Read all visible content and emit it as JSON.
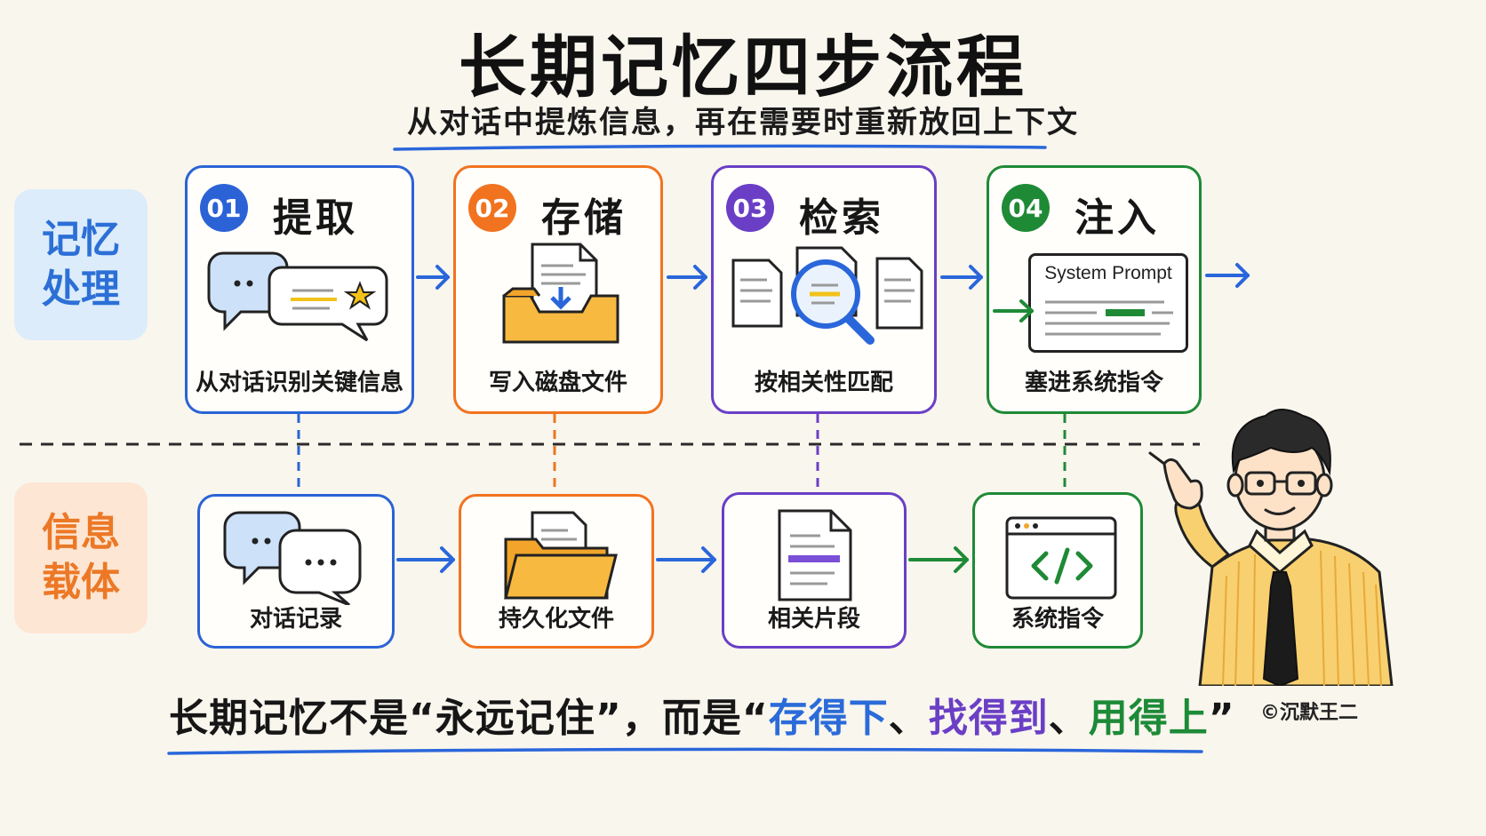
{
  "title": "长期记忆四步流程",
  "subtitle": "从对话中提炼信息，再在需要时重新放回上下文",
  "side_labels": {
    "top": "记忆处理",
    "bottom": "信息载体"
  },
  "steps": [
    {
      "num": "01",
      "title": "提取",
      "caption": "从对话识别关键信息",
      "color": "#2b63d6"
    },
    {
      "num": "02",
      "title": "存储",
      "caption": "写入磁盘文件",
      "color": "#f1731f"
    },
    {
      "num": "03",
      "title": "检索",
      "caption": "按相关性匹配",
      "color": "#6a3fc6"
    },
    {
      "num": "04",
      "title": "注入",
      "caption": "塞进系统指令",
      "color": "#1f8a36"
    }
  ],
  "system_prompt_text": "System Prompt",
  "carriers": [
    {
      "caption": "对话记录"
    },
    {
      "caption": "持久化文件"
    },
    {
      "caption": "相关片段"
    },
    {
      "caption": "系统指令"
    }
  ],
  "footer": {
    "prefix": "长期记忆不是“永远记住”，而是“",
    "part1": "存得下",
    "sep1": "、",
    "part2": "找得到",
    "sep2": "、",
    "part3": "用得上",
    "suffix": "”"
  },
  "copyright": "©沉默王二",
  "colors": {
    "blue": "#2b63d6",
    "orange": "#f1731f",
    "purple": "#6a3fc6",
    "green": "#1f8a36",
    "arrow_blue": "#2a66db",
    "background": "#f9f6ee"
  }
}
